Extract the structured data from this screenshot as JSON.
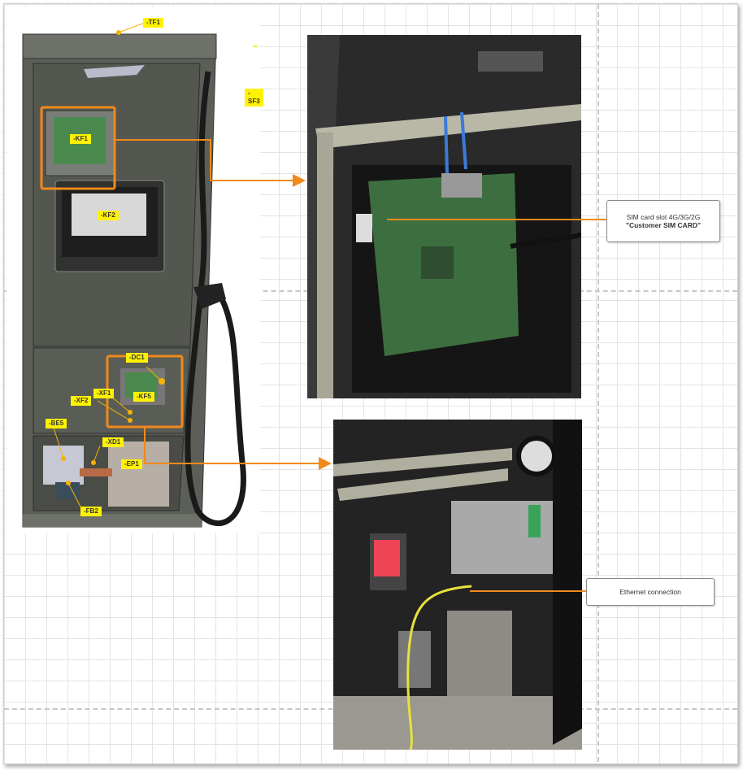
{
  "drawing_labels": {
    "tf1": "-TF1",
    "sf3": "-SF3",
    "kf1": "-KF1",
    "kf2": "-KF2",
    "dc1": "-DC1",
    "xf1": "-XF1",
    "xf2": "-XF2",
    "kf5": "-KF5",
    "be5": "-BE5",
    "xd1": "-XD1",
    "ep1": "-EP1",
    "fb2": "-FB2"
  },
  "callouts": {
    "sim_line1": "SIM card slot 4G/3G/2G",
    "sim_line2": "\"Customer SIM CARD\"",
    "ethernet": "Ethernet connection"
  },
  "colors": {
    "arrow": "#f08a1c",
    "label_bg": "#fff200",
    "cabinet": "#5b5f58"
  }
}
